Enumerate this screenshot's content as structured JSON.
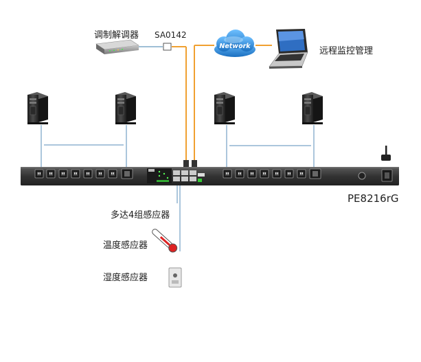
{
  "labels": {
    "modem": "调制解调器",
    "adapter": "SA0142",
    "network": "Network",
    "remote": "远程监控管理",
    "sensors_max": "多达4组感应器",
    "temp_sensor": "温度感应器",
    "humidity_sensor": "湿度感应器",
    "model": "PE8216rG"
  },
  "colors": {
    "orange_link": "#f0a030",
    "blue_link": "#7fa8c8",
    "cloud": "#2f8fd8",
    "pdu_body": "#3a3a3a"
  },
  "icons": [
    "modem-icon",
    "cloud-icon",
    "laptop-icon",
    "server-icon",
    "pdu-icon",
    "thermometer-icon",
    "humidity-sensor-icon",
    "antenna-icon"
  ]
}
